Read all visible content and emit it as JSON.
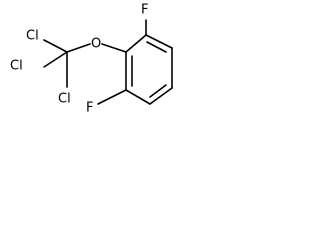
{
  "molecule": {
    "atoms": {
      "fluorine_top": "F",
      "fluorine_bottom": "F",
      "oxygen": "O",
      "chlorine_left": "Cl",
      "chlorine_middle": "Cl",
      "chlorine_bottom": "Cl"
    },
    "colors": {
      "bond": "#000000",
      "label": "#000000",
      "background": "#ffffff"
    }
  }
}
